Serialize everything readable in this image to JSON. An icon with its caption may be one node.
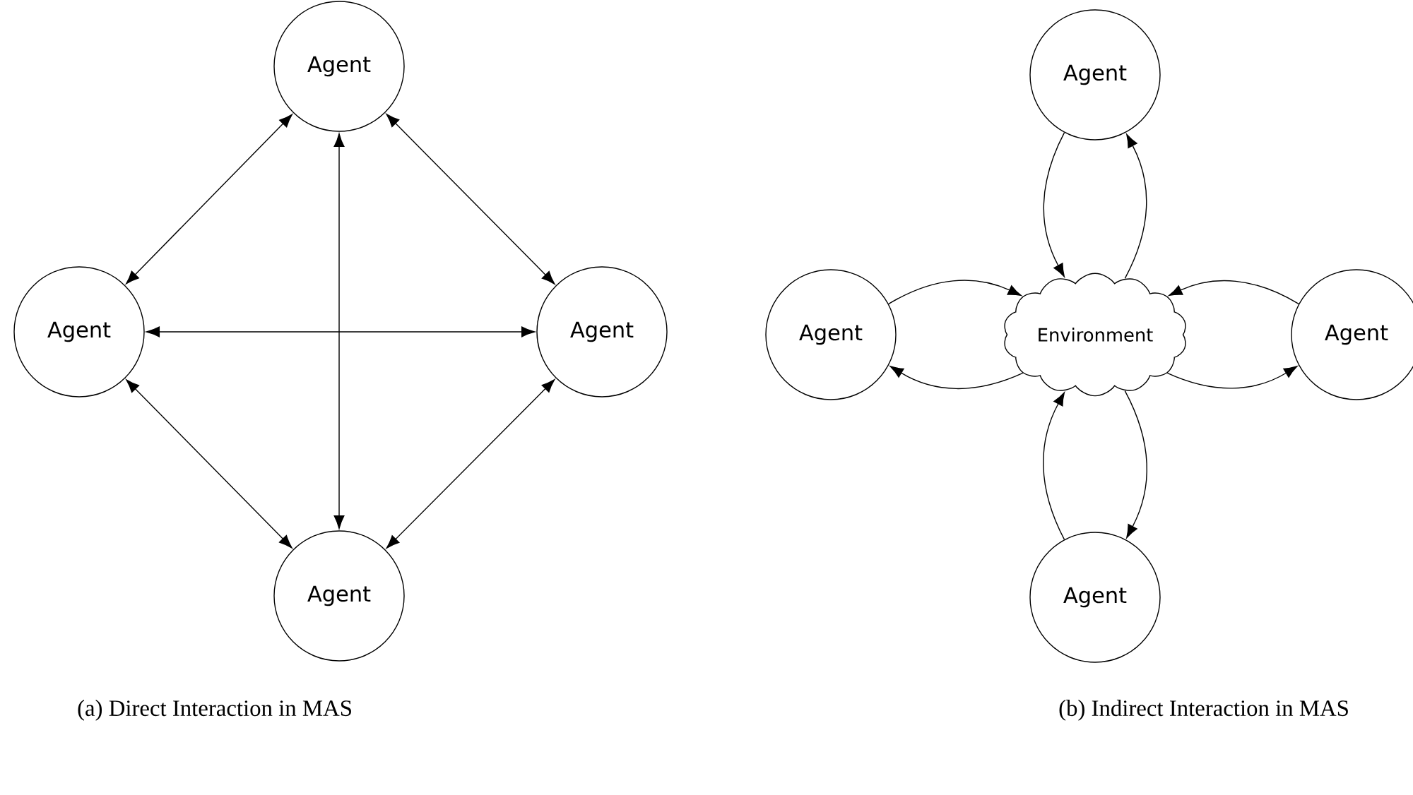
{
  "diagram": {
    "nodes": [
      {
        "text": [
          "Agent"
        ]
      },
      {
        "text": [
          "Agent"
        ]
      },
      {
        "text": [
          "Agent"
        ]
      },
      {
        "text": [
          "Agent"
        ]
      },
      {
        "text": [
          "Agent"
        ]
      },
      {
        "text": [
          "Agent"
        ]
      },
      {
        "text": [
          "Environment"
        ]
      },
      {
        "text": [
          "Agent"
        ]
      },
      {
        "text": [
          "Agent"
        ]
      }
    ],
    "edges": [
      {
        "from": 0,
        "to": 1,
        "arrow": "both"
      },
      {
        "from": 0,
        "to": 2,
        "arrow": "both"
      },
      {
        "from": 0,
        "to": 3,
        "arrow": "both"
      },
      {
        "from": 1,
        "to": 2,
        "arrow": "both"
      },
      {
        "from": 1,
        "to": 3,
        "arrow": "both"
      },
      {
        "from": 2,
        "to": 3,
        "arrow": "both"
      },
      {
        "from": 4,
        "to": 6,
        "arrow": "to"
      },
      {
        "from": 6,
        "to": 4,
        "arrow": "to"
      },
      {
        "from": 5,
        "to": 6,
        "arrow": "to"
      },
      {
        "from": 6,
        "to": 5,
        "arrow": "to"
      },
      {
        "from": 7,
        "to": 6,
        "arrow": "to"
      },
      {
        "from": 6,
        "to": 7,
        "arrow": "to"
      },
      {
        "from": 8,
        "to": 6,
        "arrow": "to"
      },
      {
        "from": 6,
        "to": 8,
        "arrow": "to"
      }
    ],
    "labels": [
      "(a) Direct Interaction in MAS",
      "(b) Indirect Interaction in MAS"
    ]
  }
}
